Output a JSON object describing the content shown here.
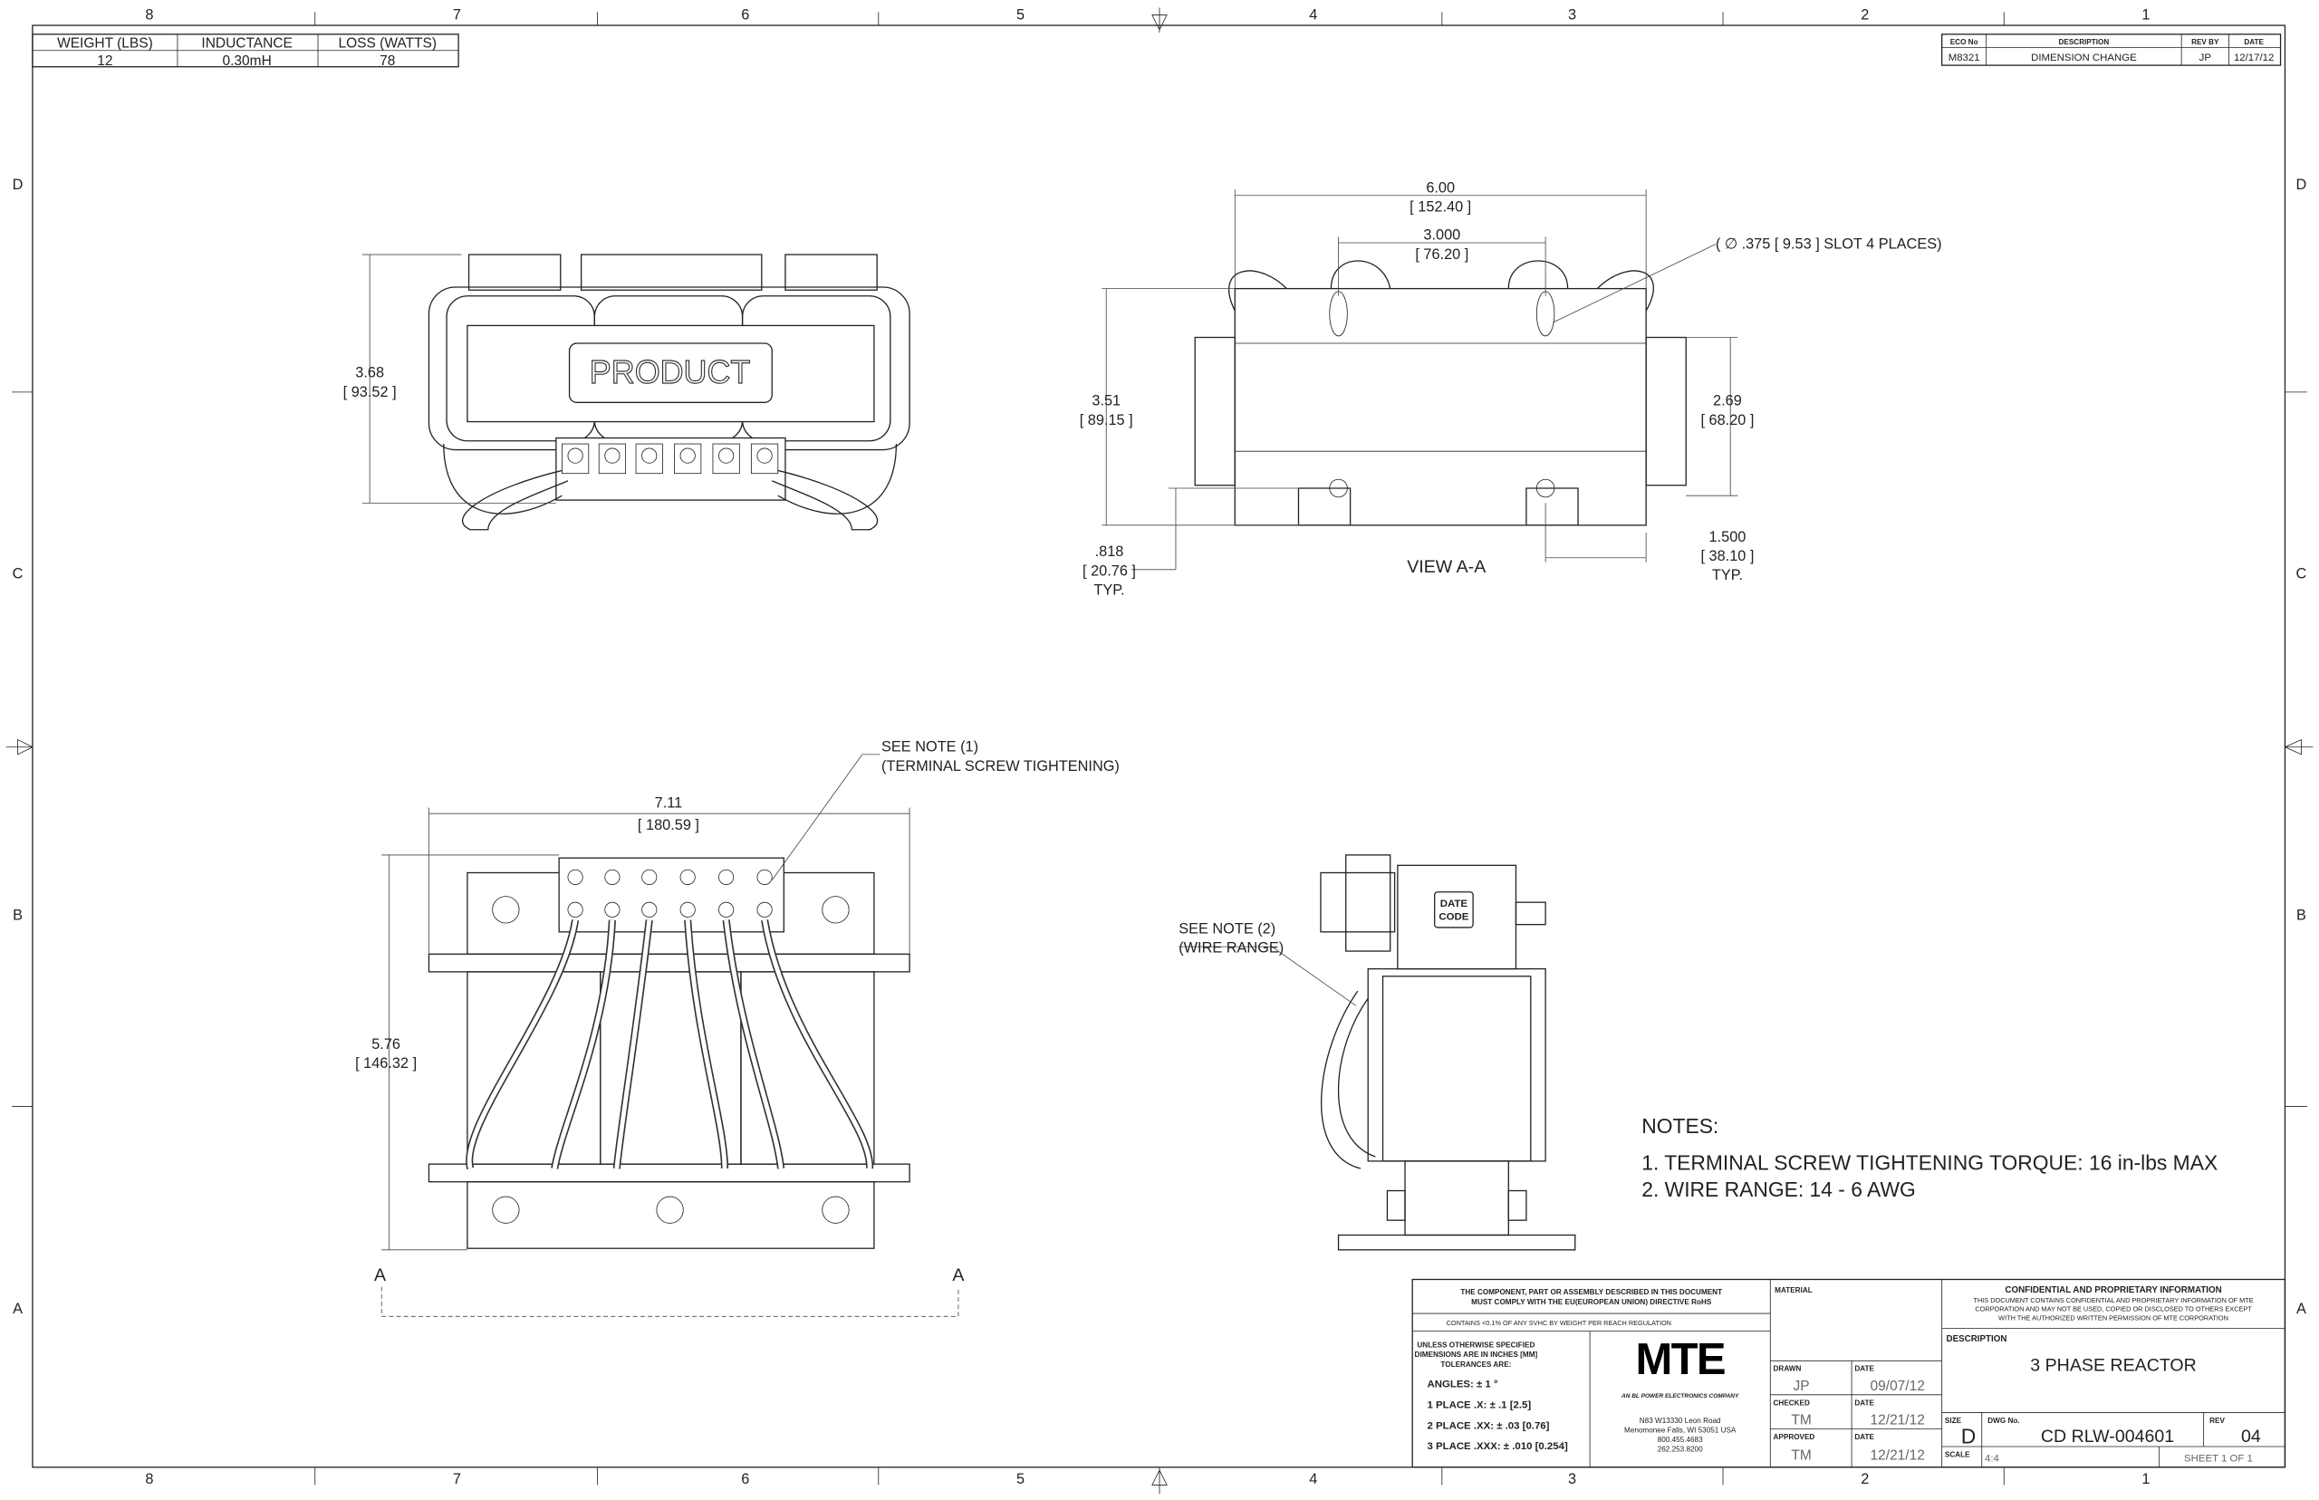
{
  "zones": {
    "columns": [
      "8",
      "7",
      "6",
      "5",
      "4",
      "3",
      "2",
      "1"
    ],
    "rows": [
      "D",
      "C",
      "B",
      "A"
    ]
  },
  "specs_table": {
    "headers": [
      "WEIGHT (LBS)",
      "INDUCTANCE",
      "LOSS (WATTS)"
    ],
    "values": [
      "12",
      "0.30mH",
      "78"
    ]
  },
  "revision_table": {
    "headers": [
      "ECO No",
      "DESCRIPTION",
      "REV BY",
      "DATE"
    ],
    "rows": [
      [
        "M8321",
        "DIMENSION CHANGE",
        "JP",
        "12/17/12"
      ]
    ]
  },
  "top_view": {
    "product_label": "PRODUCT",
    "height_in": "3.68",
    "height_mm": "[ 93.52 ]"
  },
  "view_aa": {
    "title": "VIEW A-A",
    "width_in": "6.00",
    "width_mm": "[ 152.40 ]",
    "slot_spacing_in": "3.000",
    "slot_spacing_mm": "[ 76.20 ]",
    "slot_note": "( ∅ .375 [ 9.53 ] SLOT 4 PLACES)",
    "height_in": "3.51",
    "height_mm": "[ 89.15 ]",
    "inner_height_in": "2.69",
    "inner_height_mm": "[ 68.20 ]",
    "foot_in": ".818",
    "foot_mm": "[ 20.76 ]",
    "foot_typ": "TYP.",
    "slot_edge_in": "1.500",
    "slot_edge_mm": "[ 38.10 ]",
    "slot_edge_typ": "TYP."
  },
  "front_view": {
    "note1_line1": "SEE NOTE (1)",
    "note1_line2": "(TERMINAL SCREW TIGHTENING)",
    "width_in": "7.11",
    "width_mm": "[ 180.59 ]",
    "height_in": "5.76",
    "height_mm": "[ 146.32 ]",
    "section_label_left": "A",
    "section_label_right": "A"
  },
  "side_view": {
    "note2_line1": "SEE NOTE (2)",
    "note2_line2": "(WIRE RANGE)",
    "date_code_1": "DATE",
    "date_code_2": "CODE"
  },
  "notes": {
    "title": "NOTES:",
    "items": [
      "1.  TERMINAL SCREW TIGHTENING TORQUE: 16 in-lbs MAX",
      "2.  WIRE RANGE: 14 - 6 AWG"
    ]
  },
  "title_block": {
    "rohs_1": "THE COMPONENT, PART OR ASSEMBLY DESCRIBED IN THIS DOCUMENT",
    "rohs_2": "MUST COMPLY WITH THE EU(EUROPEAN UNION) DIRECTIVE RoHS",
    "reach": "CONTAINS <0.1% OF ANY SVHC BY WEIGHT PER REACH REGULATION",
    "tol_1": "UNLESS OTHERWISE SPECIFIED",
    "tol_2": "DIMENSIONS ARE IN INCHES [MM]",
    "tol_3": "TOLERANCES ARE:",
    "angles": "ANGLES: ± 1 °",
    "place1": "1 PLACE .X: ± .1 [2.5]",
    "place2": "2 PLACE .XX: ± .03 [0.76]",
    "place3": "3 PLACE .XXX: ± .010 [0.254]",
    "logo": "MTE",
    "logo_tagline": "AN BL POWER ELECTRONICS COMPANY",
    "address": [
      "N83 W13330 Leon Road",
      "Menomonee Falls, WI 53051 USA",
      "800.455.4683",
      "262.253.8200"
    ],
    "material_label": "MATERIAL",
    "drawn_label": "DRAWN",
    "drawn_by": "JP",
    "drawn_date_label": "DATE",
    "drawn_date": "09/07/12",
    "checked_label": "CHECKED",
    "checked_by": "TM",
    "checked_date_label": "DATE",
    "checked_date": "12/21/12",
    "approved_label": "APPROVED",
    "approved_by": "TM",
    "approved_date_label": "DATE",
    "approved_date": "12/21/12",
    "conf_title": "CONFIDENTIAL AND PROPRIETARY INFORMATION",
    "conf_1": "THIS DOCUMENT CONTAINS CONFIDENTIAL AND PROPRIETARY INFORMATION OF MTE",
    "conf_2": "CORPORATION AND MAY NOT BE USED, COPIED OR DISCLOSED TO OTHERS EXCEPT",
    "conf_3": "WITH THE AUTHORIZED WRITTEN PERMISSION OF MTE CORPORATION",
    "description_label": "DESCRIPTION",
    "description": "3 PHASE REACTOR",
    "size_label": "SIZE",
    "size": "D",
    "dwg_label": "DWG No.",
    "dwg_no": "CD RLW-004601",
    "rev_label": "REV",
    "rev": "04",
    "scale_label": "SCALE",
    "scale": "4:4",
    "sheet": "SHEET 1  OF 1"
  }
}
